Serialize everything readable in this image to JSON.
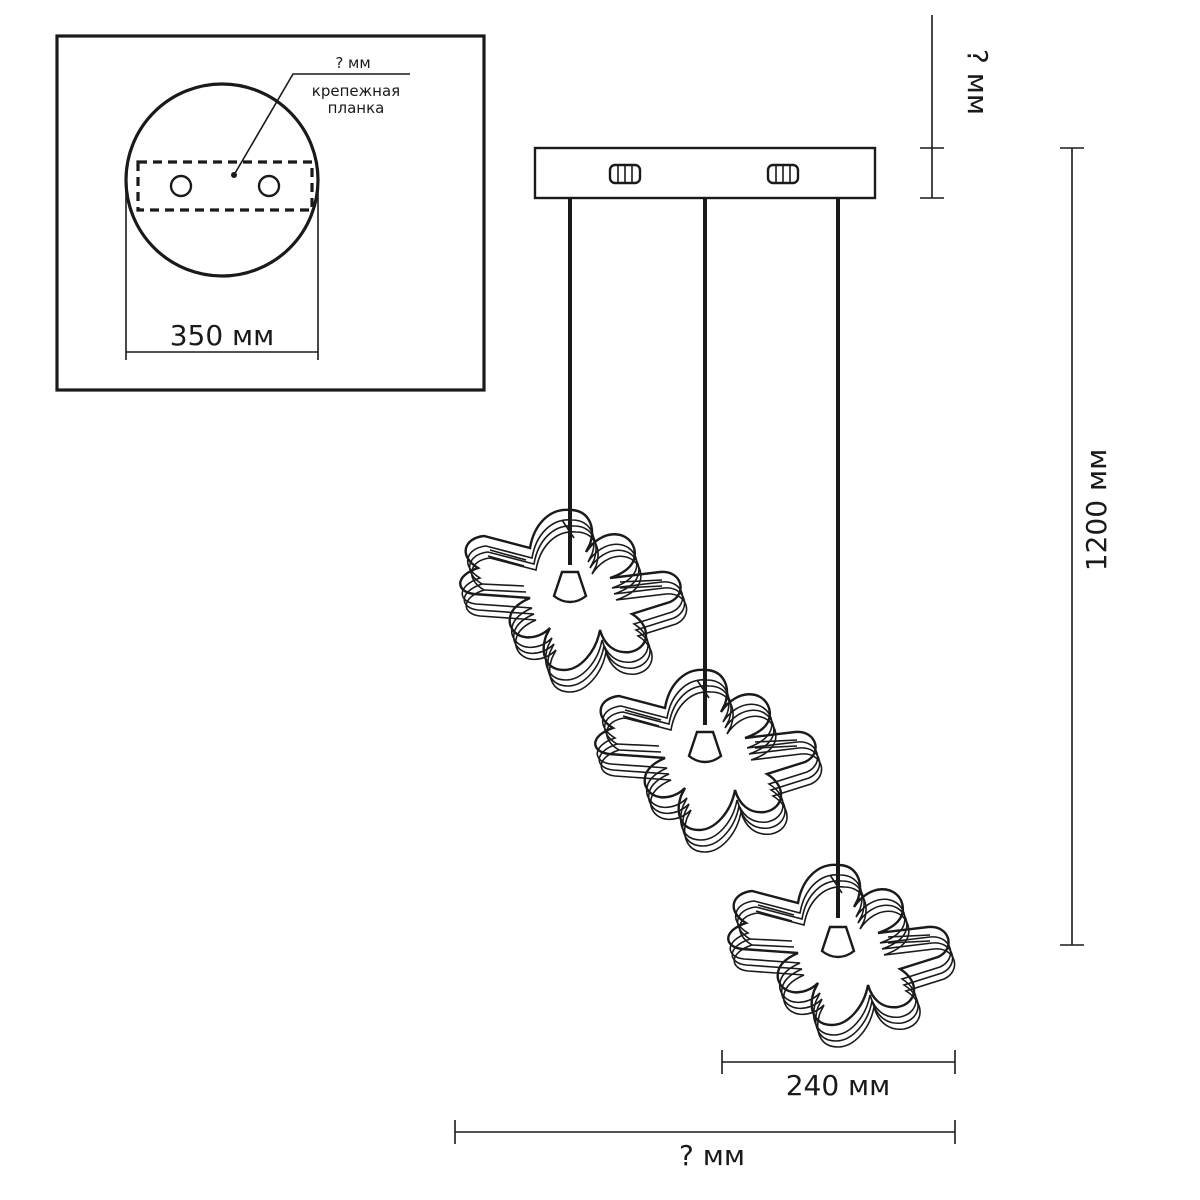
{
  "inset": {
    "top_label": "? мм",
    "bracket_label_line1": "крепежная",
    "bracket_label_line2": "планка",
    "diameter_label": "350 мм"
  },
  "dimensions": {
    "canopy_height_label": "? мм",
    "total_height_label": "1200 мм",
    "shade_width_label": "240 мм",
    "total_width_label": "? мм"
  }
}
